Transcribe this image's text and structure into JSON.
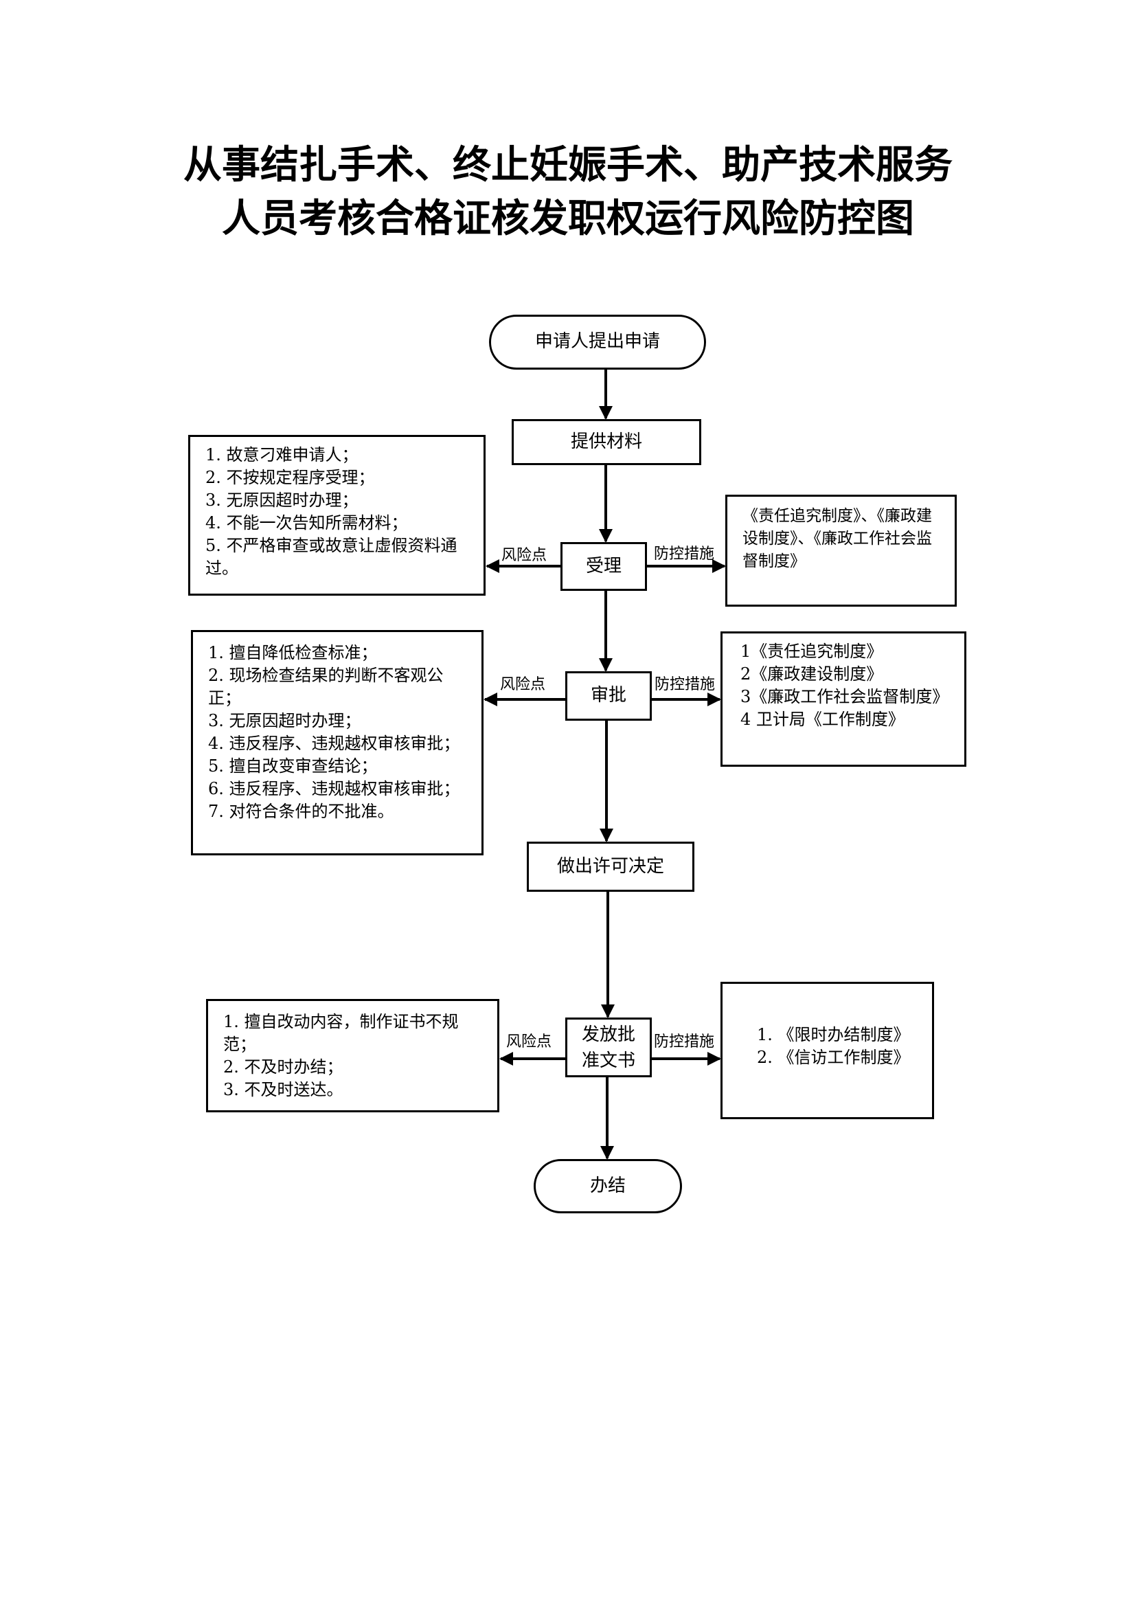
{
  "title": {
    "line1": "从事结扎手术、终止妊娠手术、助产技术服务",
    "line2": "人员考核合格证核发职权运行风险防控图"
  },
  "flow": {
    "start": "申请人提出申请",
    "step1": "提供材料",
    "step2": "受理",
    "step3": "审批",
    "step4": "做出许可决定",
    "step5": "发放批准文书",
    "end": "办结"
  },
  "labels": {
    "risk": "风险点",
    "control": "防控措施"
  },
  "accept": {
    "risks": [
      "1. 故意刁难申请人；",
      "2. 不按规定程序受理；",
      "3. 无原因超时办理；",
      "4. 不能一次告知所需材料；",
      "5. 不严格审查或故意让虚假资料通过。"
    ],
    "controls": "《责任追究制度》、《廉政建设制度》、《廉政工作社会监督制度》"
  },
  "approve": {
    "risks": [
      "1. 擅自降低检查标准；",
      "2. 现场检查结果的判断不客观公正；",
      "3. 无原因超时办理；",
      "4. 违反程序、违规越权审核审批；",
      "5. 擅自改变审查结论；",
      "6. 违反程序、违规越权审核审批；",
      "7. 对符合条件的不批准。"
    ],
    "controls": [
      "1《责任追究制度》",
      "2《廉政建设制度》",
      "3《廉政工作社会监督制度》",
      "4 卫计局《工作制度》"
    ]
  },
  "issue": {
    "risks": [
      "1. 擅自改动内容，制作证书不规范；",
      "2. 不及时办结；",
      "3. 不及时送达。"
    ],
    "controls": [
      "1. 《限时办结制度》",
      "2. 《信访工作制度》"
    ]
  }
}
